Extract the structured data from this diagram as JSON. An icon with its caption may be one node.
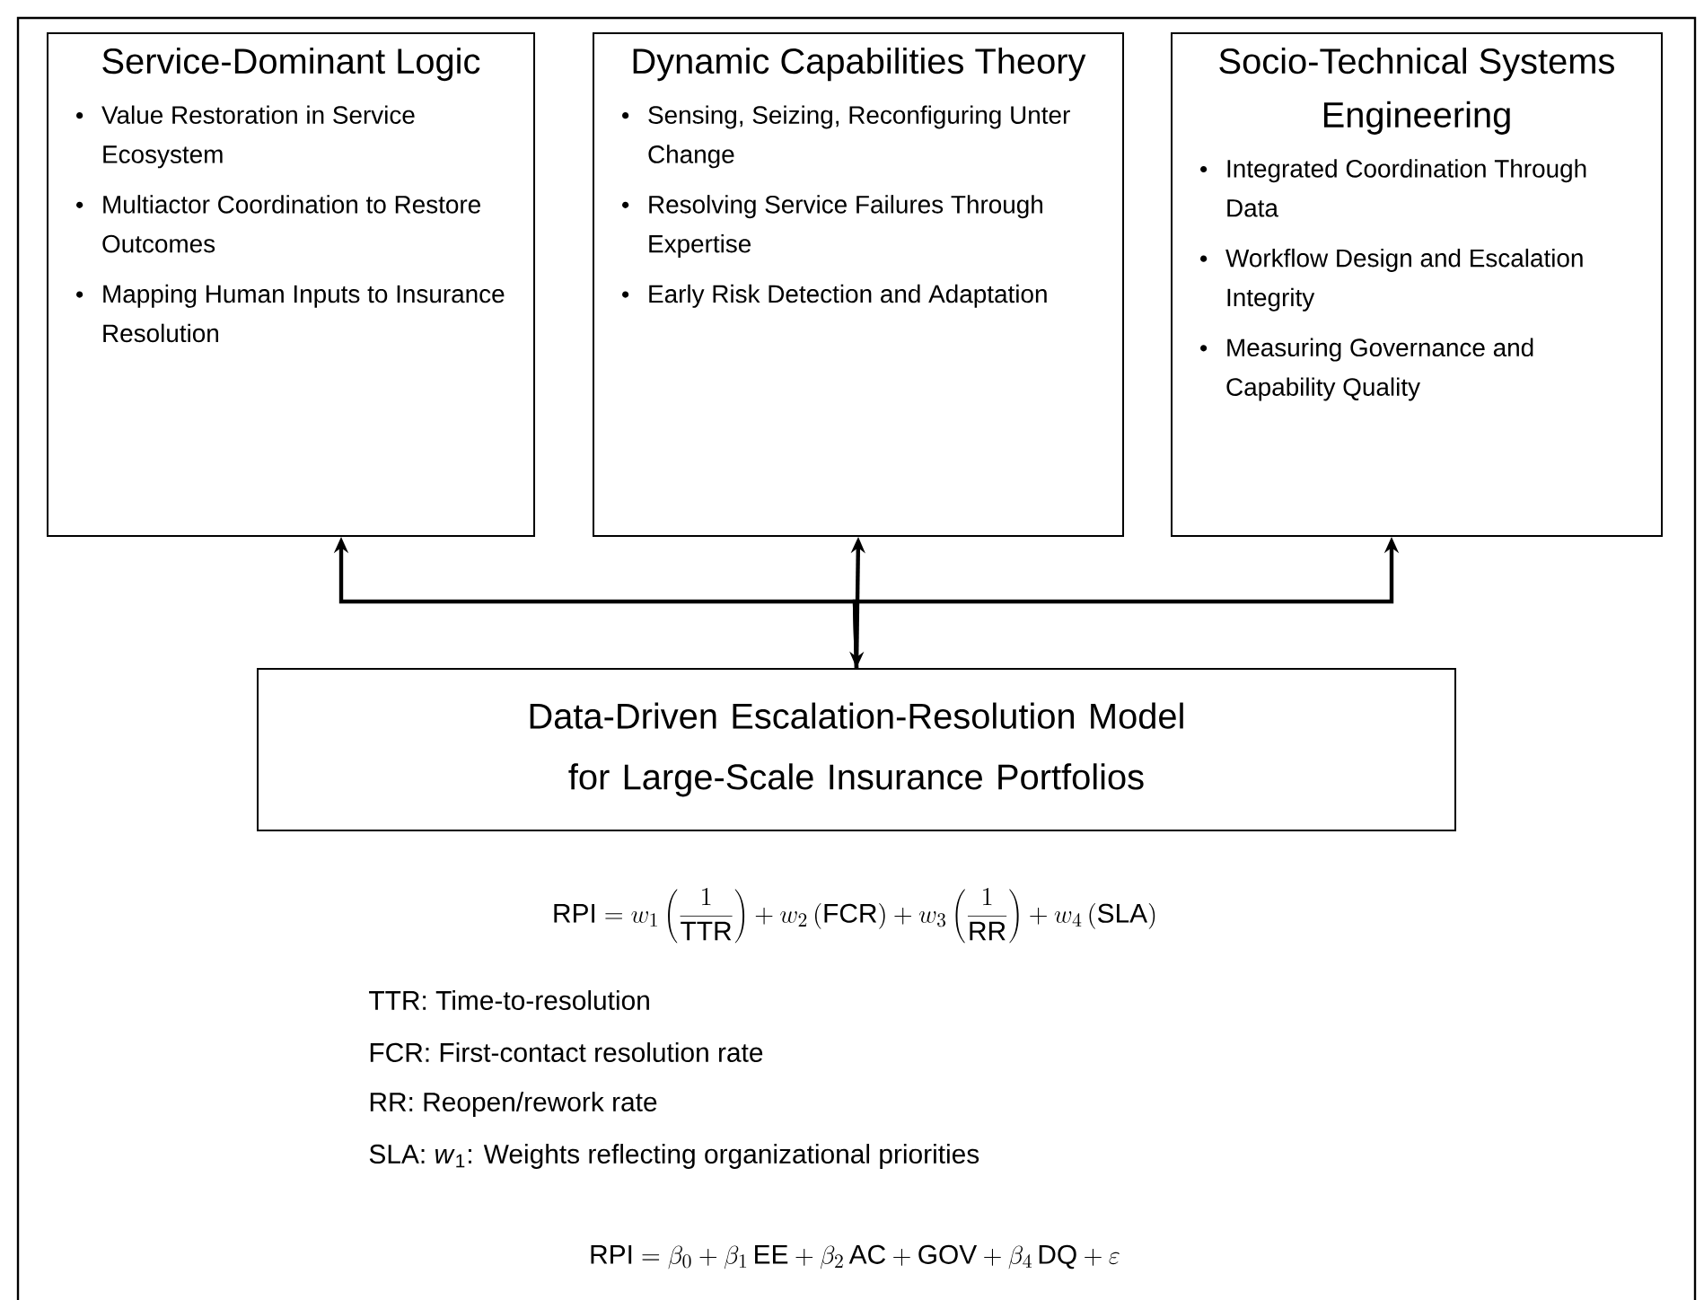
{
  "diagram": {
    "nodes": [
      {
        "text": [
          "Service-Dominant Logic",
          "Value Restoration in Service Ecosystem",
          "Multiactor Coordination to Restore Outcomes",
          "Mapping Human Inputs to Insurance Resolution"
        ]
      },
      {
        "text": [
          "Dynamic Capabilities Theory",
          "Sensing, Seizing, Reconfiguring Unter Change",
          "Resolving Service Failures Through Expertise",
          "Early Risk Detection and Adaptation"
        ]
      },
      {
        "text": [
          "Socio-Technical Systems Engineering",
          "Integrated Coordination Through Data",
          "Workflow Design and Escalation Integrity",
          "Measuring Governance and Capability Quality"
        ]
      },
      {
        "text": [
          "Data-Driven Escalation-Resolution Model for Large-Scale Insurance Portfolios"
        ]
      }
    ],
    "edges": [
      {
        "from": 3,
        "to": 0,
        "arrow": "to"
      },
      {
        "from": 1,
        "to": 3,
        "arrow": "both"
      },
      {
        "from": 3,
        "to": 2,
        "arrow": "to"
      }
    ],
    "labels": [
      "\\mathrm{RPI} = w_1 \\left(\\frac{1}{\\mathrm{TTR}}\\right) + w_2\\,(\\mathrm{FCR}) + w_3 \\left(\\frac{1}{\\mathrm{RR}}\\right) + w_4\\,(\\mathrm{SLA})",
      "TTR: Time-to-resolution",
      "FCR: First-contact resolution rate",
      "RR: Reopen/rework rate",
      "SLA: *w*$_{1}$: Weights reflecting organizational priorities",
      "\\mathrm{RPI} = \\beta_0 + \\beta_1\\,\\mathrm{EE} + \\beta_2\\,\\mathrm{AC} + \\mathrm{GOV} + \\beta_4\\,\\mathrm{DQ} + \\varepsilon"
    ]
  }
}
